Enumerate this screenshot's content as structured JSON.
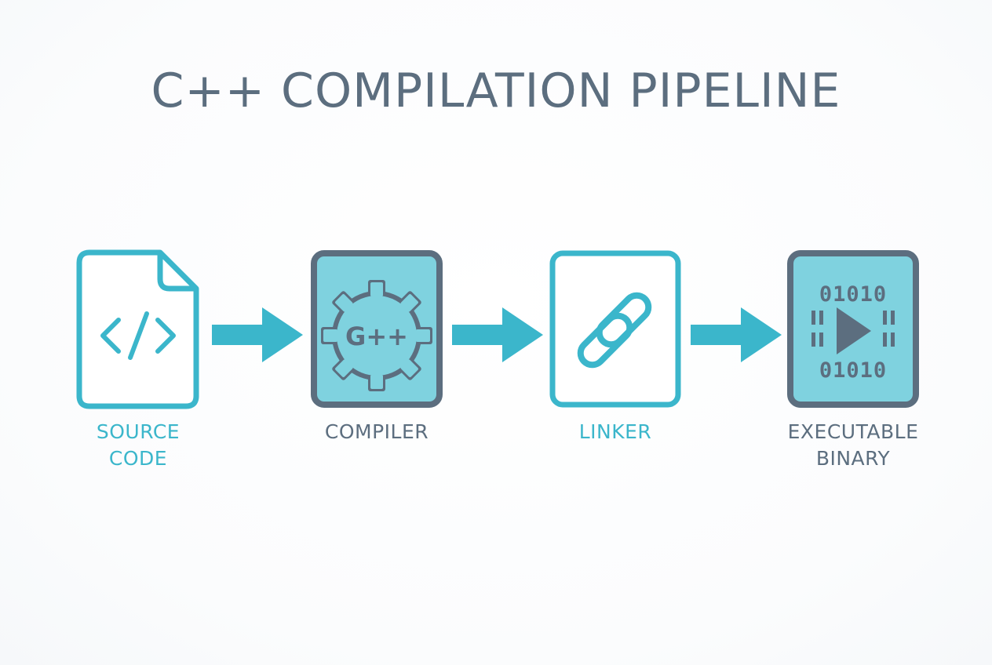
{
  "title": "C++ COMPILATION PIPELINE",
  "colors": {
    "teal": "#3bb6cb",
    "slate": "#5c6e7f",
    "fill_light_teal": "#7fd2df",
    "background": "#ffffff"
  },
  "stages": [
    {
      "id": "source",
      "icon": "source-file-code-icon",
      "label_lines": [
        "SOURCE",
        "CODE"
      ],
      "color": "teal"
    },
    {
      "id": "compiler",
      "icon": "gear-compiler-icon",
      "icon_text": "G++",
      "label_lines": [
        "COMPILER"
      ],
      "color": "slate"
    },
    {
      "id": "linker",
      "icon": "chain-link-icon",
      "label_lines": [
        "LINKER"
      ],
      "color": "teal"
    },
    {
      "id": "executable",
      "icon": "binary-play-icon",
      "binary_top": "01010",
      "binary_bottom": "01010",
      "label_lines": [
        "EXECUTABLE",
        "BINARY"
      ],
      "color": "slate"
    }
  ],
  "connectors": [
    "source-to-compiler",
    "compiler-to-linker",
    "linker-to-executable"
  ]
}
